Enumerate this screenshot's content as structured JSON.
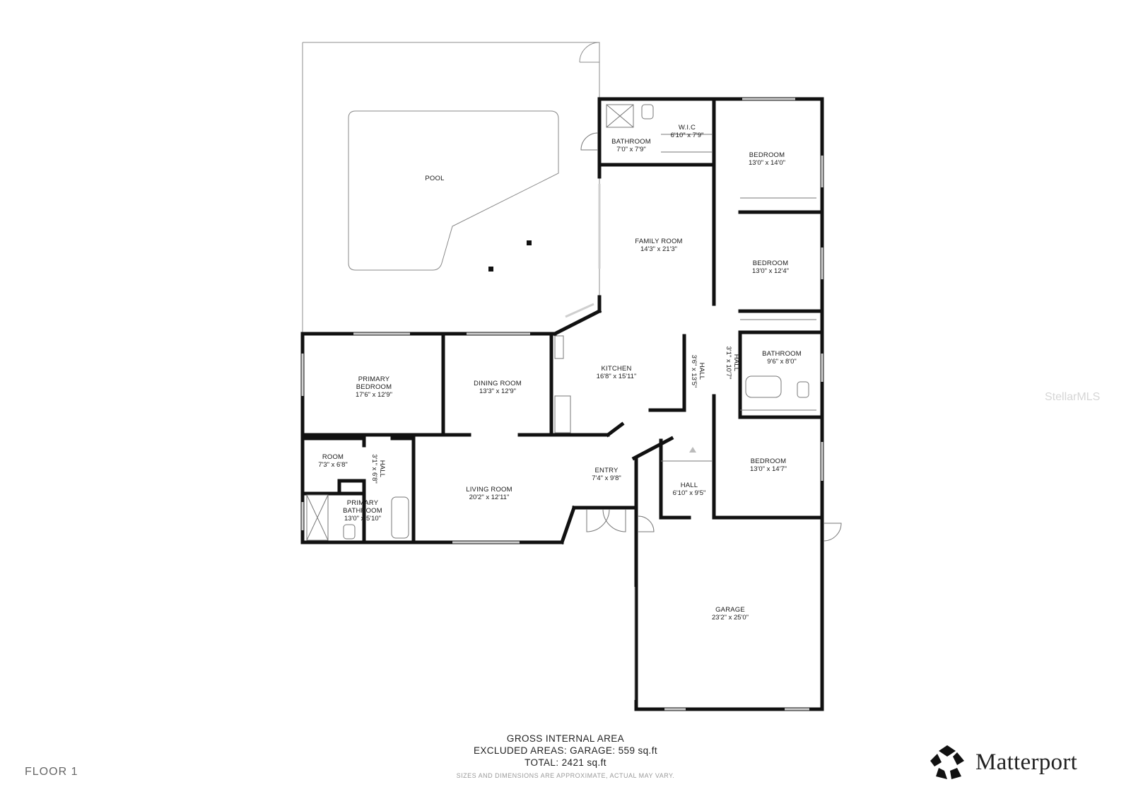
{
  "rooms": {
    "pool": {
      "name": "POOL"
    },
    "bath_top": {
      "name": "BATHROOM",
      "dim": "7'0\" x 7'9\""
    },
    "wic": {
      "name": "W.I.C",
      "dim": "6'10\" x 7'9\""
    },
    "bed1": {
      "name": "BEDROOM",
      "dim": "13'0\" x 14'0\""
    },
    "family": {
      "name": "FAMILY ROOM",
      "dim": "14'3\" x 21'3\""
    },
    "bed2": {
      "name": "BEDROOM",
      "dim": "13'0\" x 12'4\""
    },
    "hall_r": {
      "name": "HALL",
      "dim": "3'1\" x 10'7\""
    },
    "hall_k": {
      "name": "HALL",
      "dim": "3'6\" x 13'5\""
    },
    "bath_mid": {
      "name": "BATHROOM",
      "dim": "9'6\" x 8'0\""
    },
    "kitchen": {
      "name": "KITCHEN",
      "dim": "16'8\" x 15'11\""
    },
    "primary_bed": {
      "name1": "PRIMARY",
      "name2": "BEDROOM",
      "dim": "17'6\" x 12'9\""
    },
    "dining": {
      "name": "DINING ROOM",
      "dim": "13'3\" x 12'9\""
    },
    "room": {
      "name": "ROOM",
      "dim": "7'3\" x 6'8\""
    },
    "hall_l": {
      "name": "HALL",
      "dim": "3'1\" x 6'8\""
    },
    "primary_bath": {
      "name1": "PRIMARY",
      "name2": "BATHROOM",
      "dim": "13'0\" x 5'10\""
    },
    "living": {
      "name": "LIVING ROOM",
      "dim": "20'2\" x 12'11\""
    },
    "entry": {
      "name": "ENTRY",
      "dim": "7'4\" x 9'8\""
    },
    "hall_e": {
      "name": "HALL",
      "dim": "6'10\" x 9'5\""
    },
    "bed3": {
      "name": "BEDROOM",
      "dim": "13'0\" x 14'7\""
    },
    "garage": {
      "name": "GARAGE",
      "dim": "23'2\" x 25'0\""
    }
  },
  "footer": {
    "title": "GROSS INTERNAL AREA",
    "excluded": "EXCLUDED AREAS: GARAGE: 559 sq.ft",
    "total": "TOTAL: 2421 sq.ft",
    "note": "SIZES AND DIMENSIONS ARE APPROXIMATE, ACTUAL MAY VARY."
  },
  "floor_label": "FLOOR 1",
  "brand": "Matterport",
  "brand_mark": "matterport-logo-icon",
  "watermark": "StellarMLS",
  "colors": {
    "wall": "#111111",
    "thin_line": "#9a9a9a",
    "window": "#bbbbbb"
  }
}
